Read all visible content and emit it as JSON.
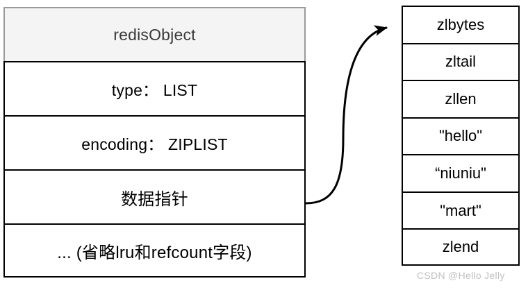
{
  "diagram": {
    "type": "redis-object-ziplist-pointer",
    "background_color": "#ffffff",
    "line_color": "#000000",
    "header_fill": "#f4f4f4",
    "header_text_color": "#3a3a3a",
    "header_border_color": "#9a9a9a"
  },
  "object_table": {
    "header": "redisObject",
    "rows": [
      {
        "text": "type： LIST"
      },
      {
        "text": "encoding： ZIPLIST"
      },
      {
        "text": "数据指针"
      },
      {
        "text": "... (省略lru和refcount字段)"
      }
    ]
  },
  "ziplist_table": {
    "rows": [
      {
        "text": "zlbytes"
      },
      {
        "text": "zltail"
      },
      {
        "text": "zllen"
      },
      {
        "text": "\"hello\""
      },
      {
        "text": "“niuniu\""
      },
      {
        "text": "\"mart\""
      },
      {
        "text": "zlend"
      }
    ]
  },
  "arrow": {
    "name": "data-pointer-arrow",
    "from": "数据指针",
    "to": "zlbytes",
    "color": "#000000"
  },
  "watermark": {
    "text": "CSDN @Hello Jelly",
    "color": "#c2c2c2"
  }
}
